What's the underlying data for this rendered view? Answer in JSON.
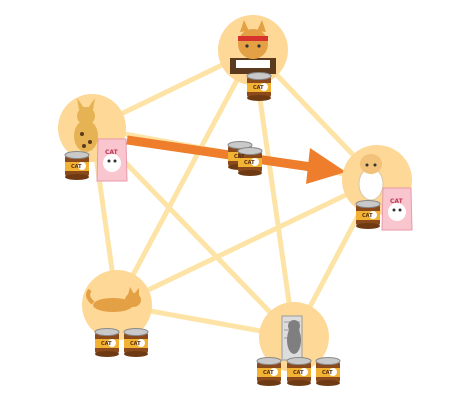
{
  "diagram": {
    "description_free": true,
    "nodes": [
      {
        "id": "top",
        "character": "tabby-cat-eating-icon",
        "cans": 1,
        "bags": 0
      },
      {
        "id": "upper-left",
        "character": "serval-cat-icon",
        "cans": 1,
        "bags": 1
      },
      {
        "id": "right",
        "character": "scottish-fold-cat-icon",
        "cans": 1,
        "bags": 1
      },
      {
        "id": "lower-left",
        "character": "running-tabby-cat-icon",
        "cans": 2,
        "bags": 0
      },
      {
        "id": "bottom",
        "character": "scratching-gray-cat-icon",
        "cans": 3,
        "bags": 0
      }
    ],
    "edges": [
      [
        "top",
        "upper-left"
      ],
      [
        "top",
        "right"
      ],
      [
        "top",
        "lower-left"
      ],
      [
        "top",
        "bottom"
      ],
      [
        "upper-left",
        "right"
      ],
      [
        "upper-left",
        "lower-left"
      ],
      [
        "upper-left",
        "bottom"
      ],
      [
        "right",
        "lower-left"
      ],
      [
        "right",
        "bottom"
      ],
      [
        "lower-left",
        "bottom"
      ]
    ],
    "transfer": {
      "from": "upper-left",
      "to": "right",
      "item": "cat-food-cans",
      "cans": 2
    },
    "colors": {
      "edge": "#fde4a6",
      "node": "#fdd896",
      "arrow": "#ee7d2c",
      "can_body": "#8a4a1c",
      "can_band": "#f2b233",
      "bag": "#f9c6cf"
    },
    "labels": {
      "can_text": "CAT",
      "bag_text": "CAT"
    }
  }
}
